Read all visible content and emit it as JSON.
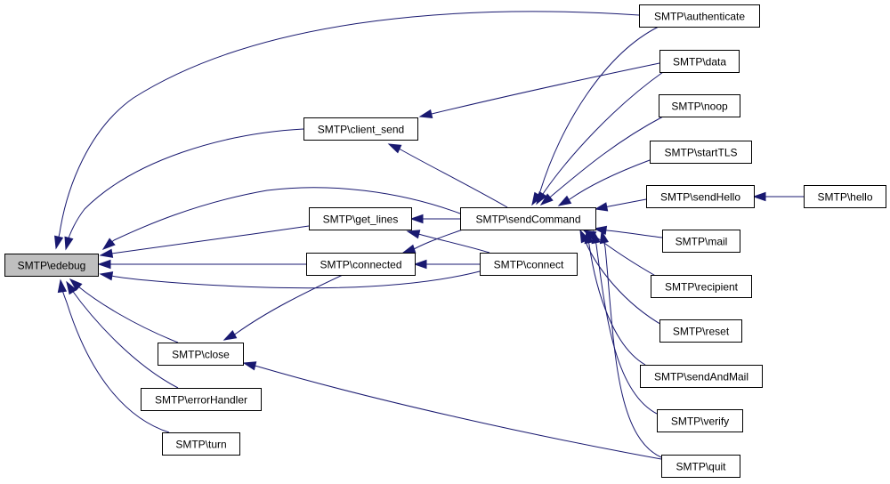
{
  "colors": {
    "edge": "#191970",
    "focus_fill": "#bfbfbf",
    "node_fill": "#ffffff",
    "node_border": "#000000"
  },
  "nodes": [
    {
      "id": "edebug",
      "label": "SMTP\\edebug",
      "focus": true
    },
    {
      "id": "client_send",
      "label": "SMTP\\client_send"
    },
    {
      "id": "get_lines",
      "label": "SMTP\\get_lines"
    },
    {
      "id": "connected",
      "label": "SMTP\\connected"
    },
    {
      "id": "close",
      "label": "SMTP\\close"
    },
    {
      "id": "errorHandler",
      "label": "SMTP\\errorHandler"
    },
    {
      "id": "turn",
      "label": "SMTP\\turn"
    },
    {
      "id": "sendCommand",
      "label": "SMTP\\sendCommand"
    },
    {
      "id": "connect",
      "label": "SMTP\\connect"
    },
    {
      "id": "authenticate",
      "label": "SMTP\\authenticate"
    },
    {
      "id": "data",
      "label": "SMTP\\data"
    },
    {
      "id": "noop",
      "label": "SMTP\\noop"
    },
    {
      "id": "startTLS",
      "label": "SMTP\\startTLS"
    },
    {
      "id": "sendHello",
      "label": "SMTP\\sendHello"
    },
    {
      "id": "hello",
      "label": "SMTP\\hello"
    },
    {
      "id": "mail",
      "label": "SMTP\\mail"
    },
    {
      "id": "recipient",
      "label": "SMTP\\recipient"
    },
    {
      "id": "reset",
      "label": "SMTP\\reset"
    },
    {
      "id": "sendAndMail",
      "label": "SMTP\\sendAndMail"
    },
    {
      "id": "verify",
      "label": "SMTP\\verify"
    },
    {
      "id": "quit",
      "label": "SMTP\\quit"
    }
  ],
  "edges": [
    {
      "from": "authenticate",
      "to": "edebug"
    },
    {
      "from": "client_send",
      "to": "edebug"
    },
    {
      "from": "sendCommand",
      "to": "edebug"
    },
    {
      "from": "get_lines",
      "to": "edebug"
    },
    {
      "from": "connected",
      "to": "edebug"
    },
    {
      "from": "connect",
      "to": "edebug"
    },
    {
      "from": "close",
      "to": "edebug"
    },
    {
      "from": "errorHandler",
      "to": "edebug"
    },
    {
      "from": "turn",
      "to": "edebug"
    },
    {
      "from": "data",
      "to": "client_send"
    },
    {
      "from": "sendCommand",
      "to": "client_send"
    },
    {
      "from": "sendCommand",
      "to": "get_lines"
    },
    {
      "from": "connect",
      "to": "get_lines"
    },
    {
      "from": "sendCommand",
      "to": "connected"
    },
    {
      "from": "connect",
      "to": "connected"
    },
    {
      "from": "connected",
      "to": "close"
    },
    {
      "from": "quit",
      "to": "close"
    },
    {
      "from": "authenticate",
      "to": "sendCommand"
    },
    {
      "from": "data",
      "to": "sendCommand"
    },
    {
      "from": "noop",
      "to": "sendCommand"
    },
    {
      "from": "startTLS",
      "to": "sendCommand"
    },
    {
      "from": "sendHello",
      "to": "sendCommand"
    },
    {
      "from": "mail",
      "to": "sendCommand"
    },
    {
      "from": "recipient",
      "to": "sendCommand"
    },
    {
      "from": "reset",
      "to": "sendCommand"
    },
    {
      "from": "sendAndMail",
      "to": "sendCommand"
    },
    {
      "from": "verify",
      "to": "sendCommand"
    },
    {
      "from": "quit",
      "to": "sendCommand"
    },
    {
      "from": "hello",
      "to": "sendHello"
    }
  ]
}
